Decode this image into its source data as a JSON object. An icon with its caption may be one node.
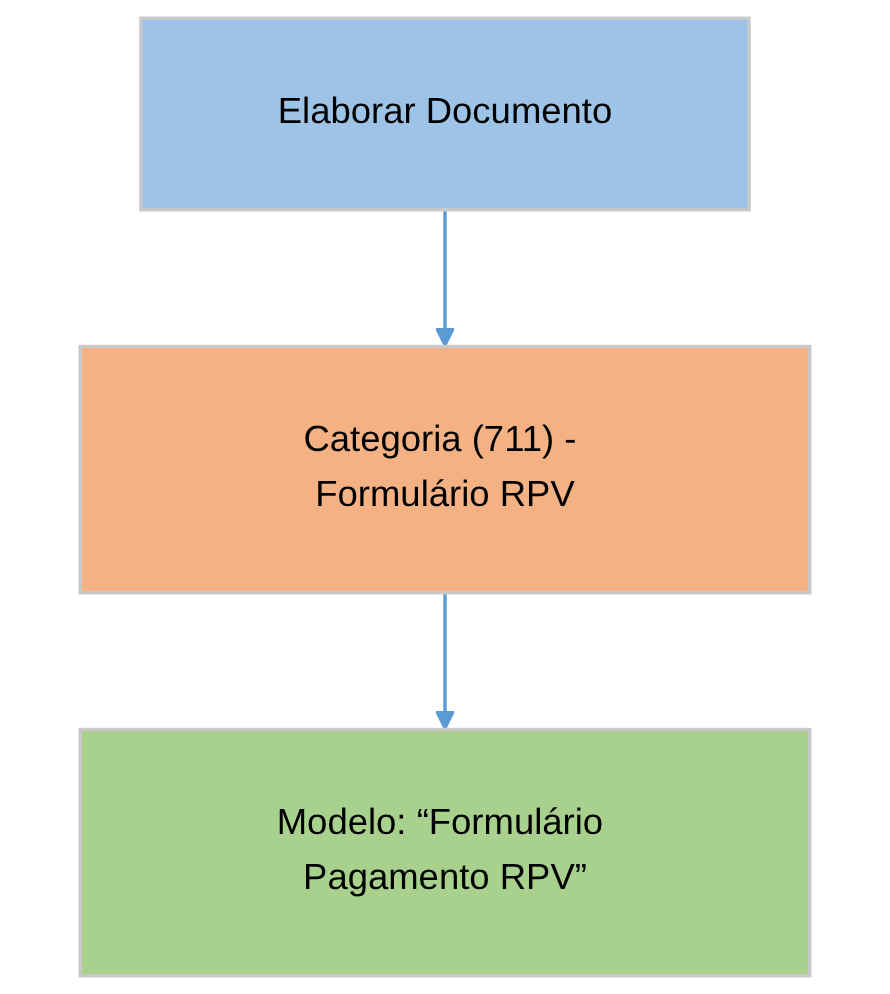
{
  "diagram": {
    "nodes": [
      {
        "text": [
          "Elaborar Documento"
        ]
      },
      {
        "text": [
          "Categoria (711) - Formulário RPV"
        ]
      },
      {
        "text": [
          "Modelo: “Formulário Pagamento RPV”"
        ]
      }
    ],
    "edges": [
      {
        "from": 0,
        "to": 1,
        "arrow": "to"
      },
      {
        "from": 1,
        "to": 2,
        "arrow": "to"
      }
    ]
  }
}
